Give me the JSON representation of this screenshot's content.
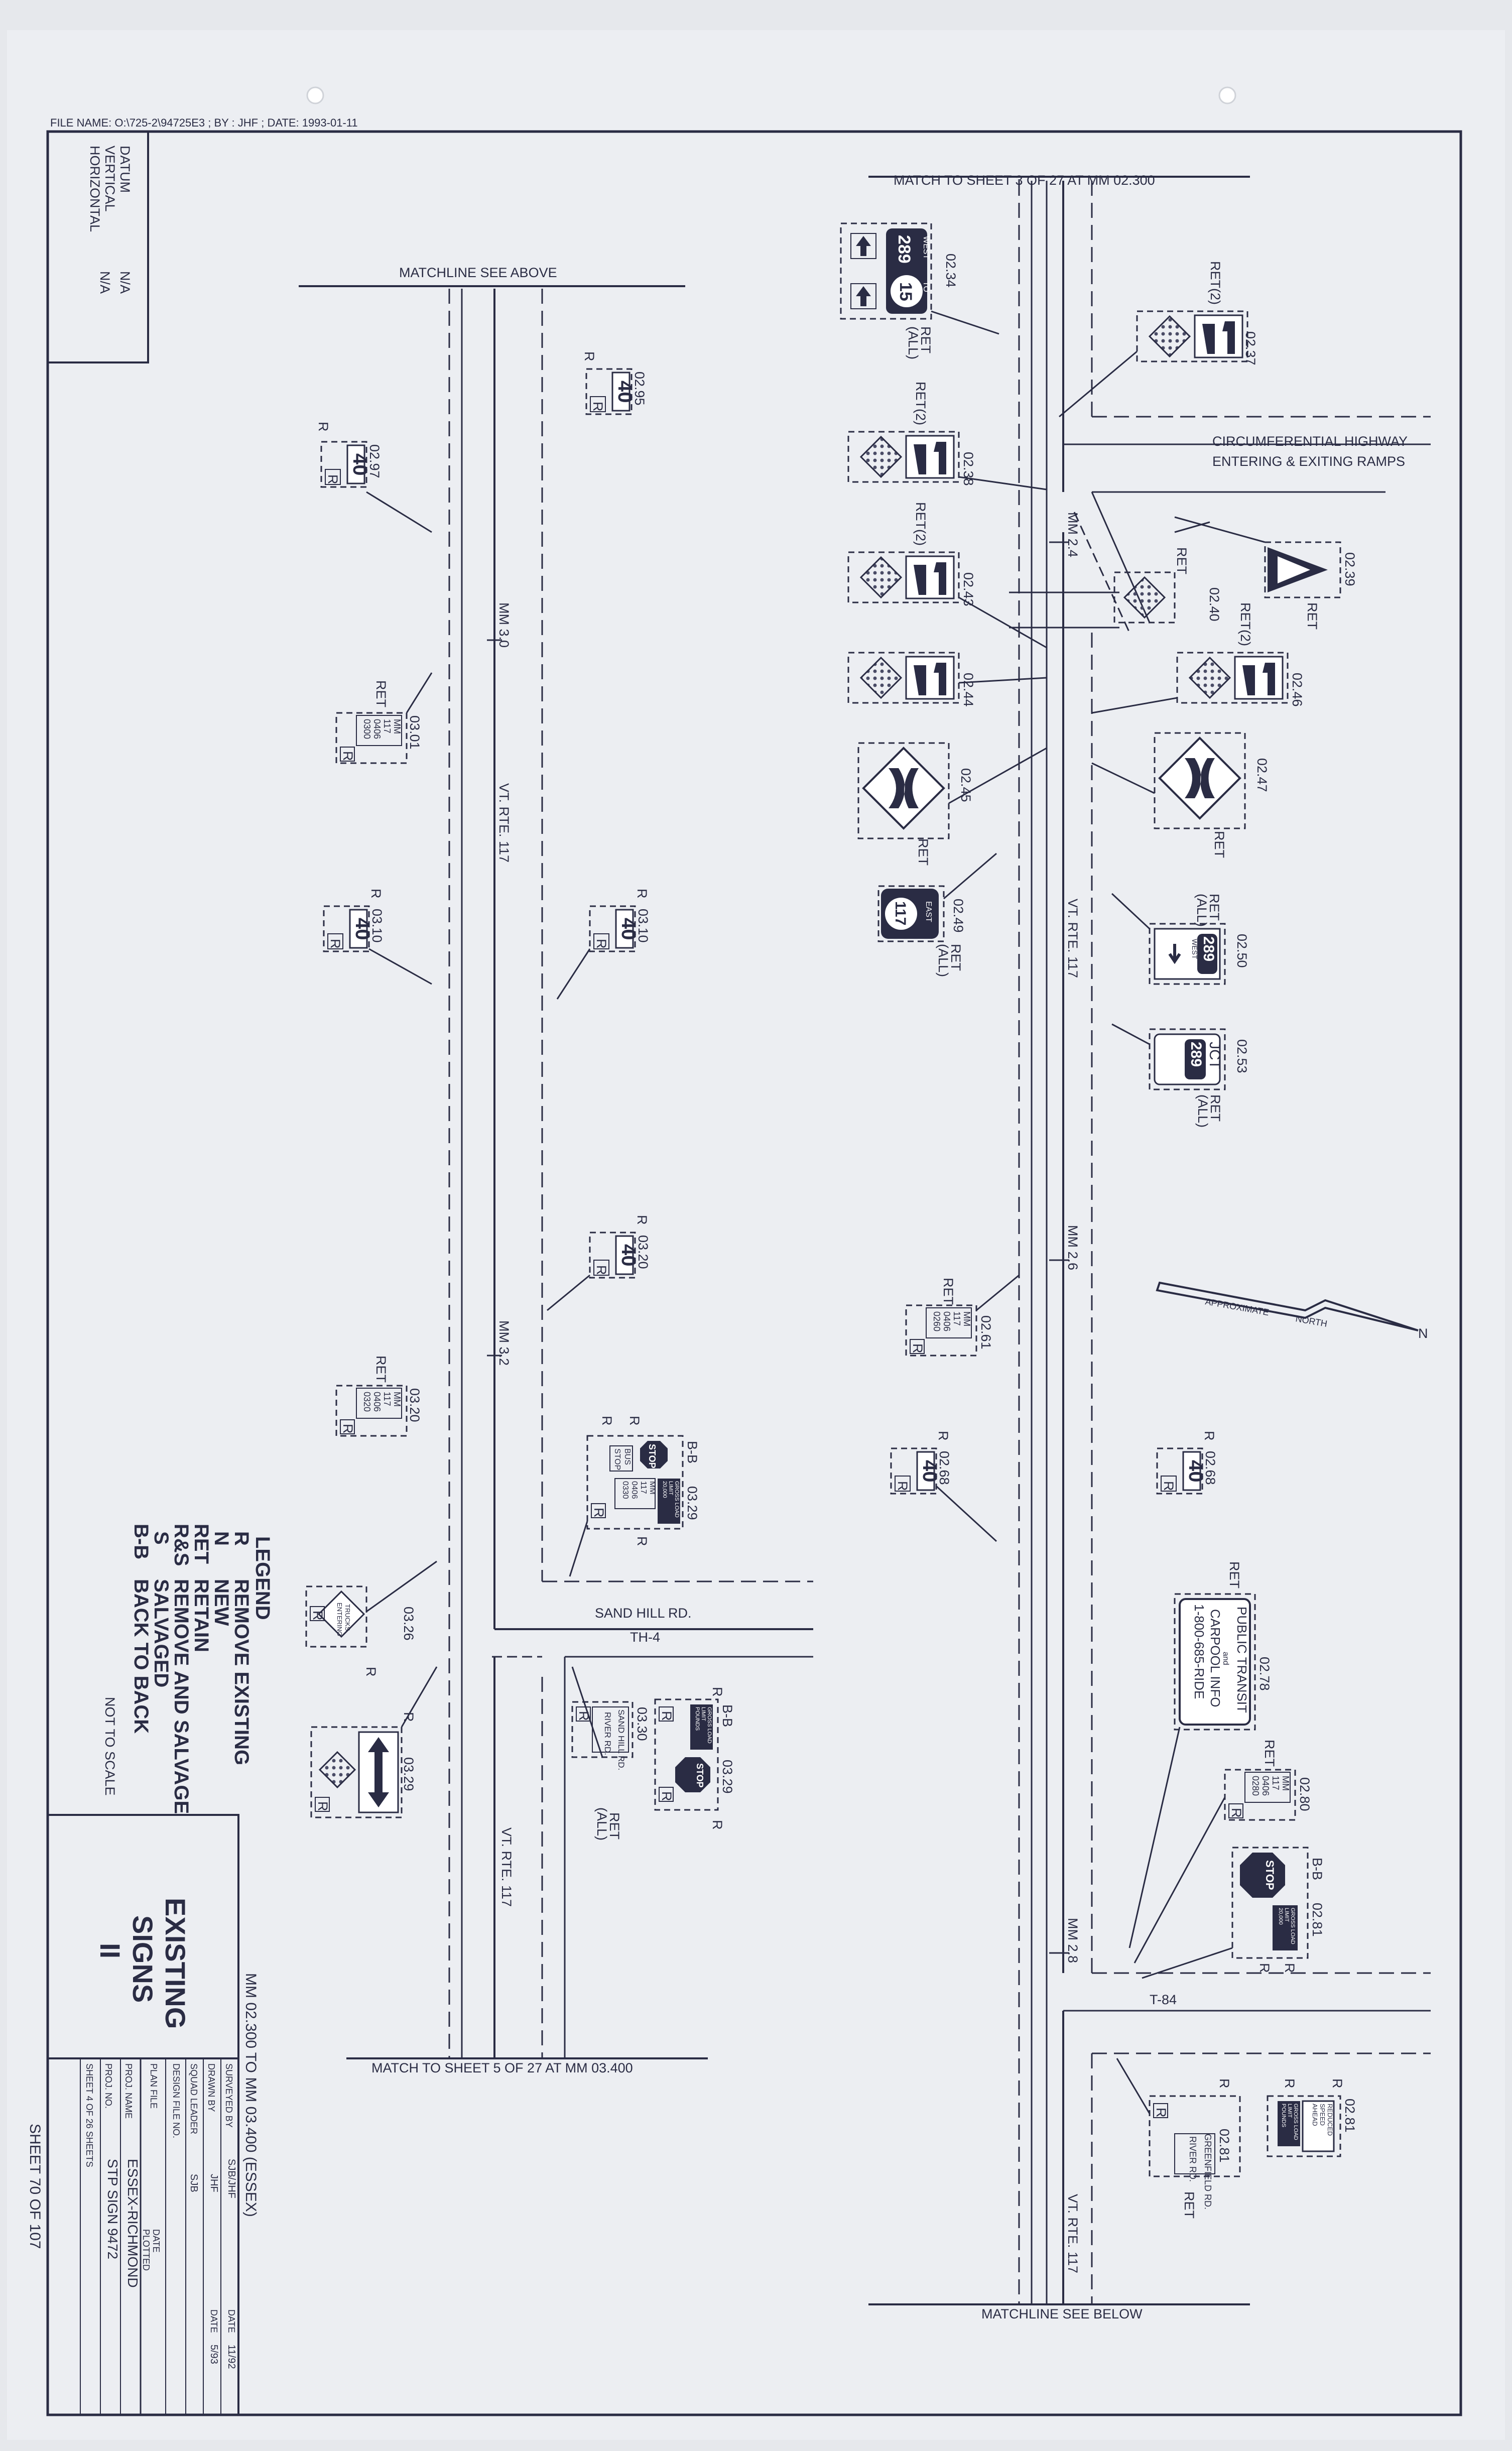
{
  "file_header": "FILE NAME: O:\\725-2\\94725E3 ; BY : JHF ; DATE: 1993-01-11",
  "datum": {
    "title": "DATUM",
    "vertical_label": "VERTICAL",
    "vertical_value": "N/A",
    "horizontal_label": "HORIZONTAL",
    "horizontal_value": "N/A"
  },
  "matchlines": {
    "top_left": "MATCHLINE SEE ABOVE",
    "top_right": "MATCH TO SHEET 3 OF 27 AT MM 02.300",
    "bottom_left": "MATCH TO SHEET 5 OF 27 AT MM 03.400",
    "bottom_right": "MATCHLINE SEE BELOW"
  },
  "roads": {
    "rte_117": "VT. RTE. 117",
    "sand_hill": "SAND HILL RD.",
    "th4": "TH-4",
    "t84": "T-84",
    "circ_1": "CIRCUMFERENTIAL HIGHWAY",
    "circ_2": "ENTERING & EXITING RAMPS"
  },
  "mileposts": {
    "mm30": "MM 3.0",
    "mm32": "MM 3.2",
    "mm24": "MM 2.4",
    "mm26": "MM 2.6",
    "mm28": "MM 2.8"
  },
  "north": {
    "approx": "APPROXIMATE",
    "north": "NORTH",
    "n": "N"
  },
  "sign_text": {
    "speed": "SPEED",
    "limit": "LIMIT",
    "forty": "40",
    "mm": "MM",
    "r117": "117",
    "r289": "289",
    "r15": "15",
    "west": "WEST",
    "east": "EAST",
    "to": "TO",
    "jct": "JCT",
    "bus": "BUS",
    "stop_word": "STOP",
    "stop_sign": "STOP",
    "gross": "GROSS LOAD",
    "limit_word": "LIMIT",
    "lbs": "20,000",
    "pounds": "POUNDS",
    "trucks": "TRUCKS",
    "entering": "ENTERING",
    "reduced": "REDUCED",
    "ahead": "AHEAD",
    "sandhill_1": "SAND HILL RD.",
    "sandhill_2": "RIVER RD.",
    "green_1": "GREENFIELD RD.",
    "green_2": "RIVER RD.",
    "transit_1": "PUBLIC TRANSIT",
    "transit_2": "and",
    "transit_3": "CARPOOL INFO",
    "transit_4": "1-800-685-RIDE"
  },
  "milepost_codes": {
    "c0301": [
      "MM",
      "117",
      "0406",
      "0300"
    ],
    "c0320": [
      "MM",
      "117",
      "0406",
      "0320"
    ],
    "c0330": [
      "MM",
      "117",
      "0406",
      "0330"
    ],
    "c0261": [
      "MM",
      "117",
      "0406",
      "0260"
    ],
    "c0280": [
      "MM",
      "117",
      "0406",
      "0280"
    ]
  },
  "signs": {
    "s0295": "02.95",
    "s0297": "02.97",
    "s0301": "03.01",
    "s0310a": "03.10",
    "s0310b": "03.10",
    "s0320a": "03.20",
    "s0320b": "03.20",
    "s0329a": "03.29",
    "s0326": "03.26",
    "s0329b": "03.29",
    "s0330": "03.30",
    "s0329c": "03.29",
    "s0234": "02.34",
    "s0237": "02.37",
    "s0238": "02.38",
    "s0243": "02.43",
    "s0240": "02.40",
    "s0239": "02.39",
    "s0244": "02.44",
    "s0246": "02.46",
    "s0245": "02.45",
    "s0247": "02.47",
    "s0249": "02.49",
    "s0250": "02.50",
    "s0253": "02.53",
    "s0261": "02.61",
    "s0268a": "02.68",
    "s0268b": "02.68",
    "s0278": "02.78",
    "s0280": "02.80",
    "s0281a": "02.81",
    "s0281b": "02.81",
    "s0281c": "02.81"
  },
  "codes": {
    "r": "R",
    "ret": "RET",
    "ret2": "RET(2)",
    "all": "(ALL)",
    "bb": "B-B"
  },
  "legend": {
    "title": "LEGEND",
    "items": [
      {
        "code": "R",
        "desc": "REMOVE EXISTING"
      },
      {
        "code": "N",
        "desc": "NEW"
      },
      {
        "code": "RET",
        "desc": "RETAIN"
      },
      {
        "code": "R&S",
        "desc": "REMOVE AND SALVAGE"
      },
      {
        "code": "S",
        "desc": "SALVAGED"
      },
      {
        "code": "B-B",
        "desc": "BACK TO BACK"
      }
    ],
    "scale": "NOT TO SCALE"
  },
  "title_block": {
    "t1": "EXISTING",
    "t2": "SIGNS",
    "t3": "II",
    "range": "MM 02.300 TO MM 03.400 (ESSEX)",
    "surveyed_label": "SURVEYED BY",
    "surveyed_val": "SJB/JHF",
    "drawn_label": "DRAWN BY",
    "drawn_val": "JHF",
    "squad_label": "SQUAD LEADER",
    "squad_val": "SJB",
    "design_label": "DESIGN FILE NO.",
    "plan_label": "PLAN FILE",
    "date_label": "DATE",
    "date1": "11/92",
    "date2": "5/93",
    "plotted_1": "DATE",
    "plotted_2": "PLOTTED",
    "proj_name_label": "PROJ. NAME",
    "proj_name_val": "ESSEX-RICHMOND",
    "proj_no_label": "PROJ. NO.",
    "proj_no_val": "STP SIGN 9472",
    "sheet": "SHEET  4   OF   26   SHEETS",
    "sheet_total": "SHEET 70 OF 107"
  }
}
